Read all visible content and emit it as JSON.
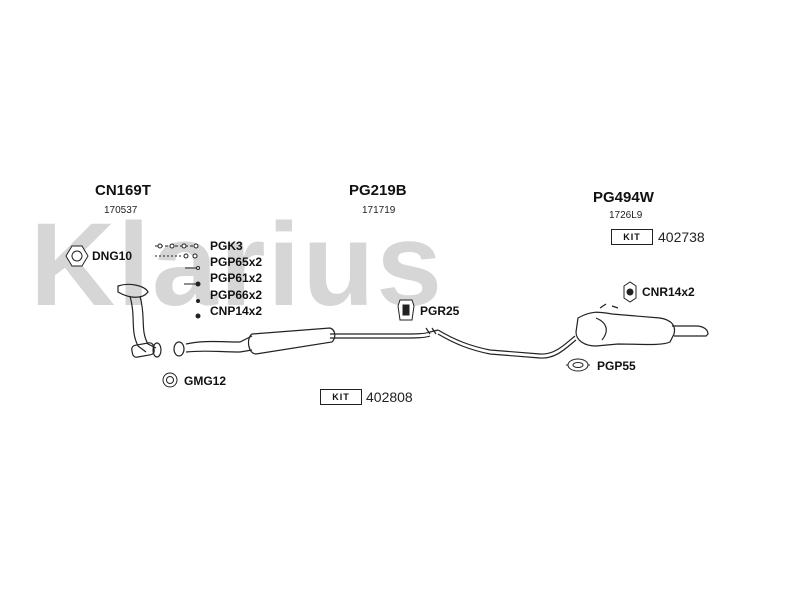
{
  "watermark": {
    "text": "Klarius",
    "color": "#d6d6d6"
  },
  "sections": {
    "front": {
      "code": "CN169T",
      "ref": "170537"
    },
    "middle": {
      "code": "PG219B",
      "ref": "171719"
    },
    "rear": {
      "code": "PG494W",
      "ref": "1726L9"
    }
  },
  "kits": {
    "rear": {
      "label": "KIT",
      "number": "402738"
    },
    "middle": {
      "label": "KIT",
      "number": "402808"
    }
  },
  "parts": {
    "dng10": "DNG10",
    "pgk3": "PGK3",
    "pgp65": "PGP65x2",
    "pgp61": "PGP61x2",
    "pgp66": "PGP66x2",
    "cnp14": "CNP14x2",
    "gmg12": "GMG12",
    "pgr25": "PGR25",
    "cnr14": "CNR14x2",
    "pgp55": "PGP55"
  },
  "colors": {
    "line": "#222222",
    "fill": "#ffffff"
  }
}
